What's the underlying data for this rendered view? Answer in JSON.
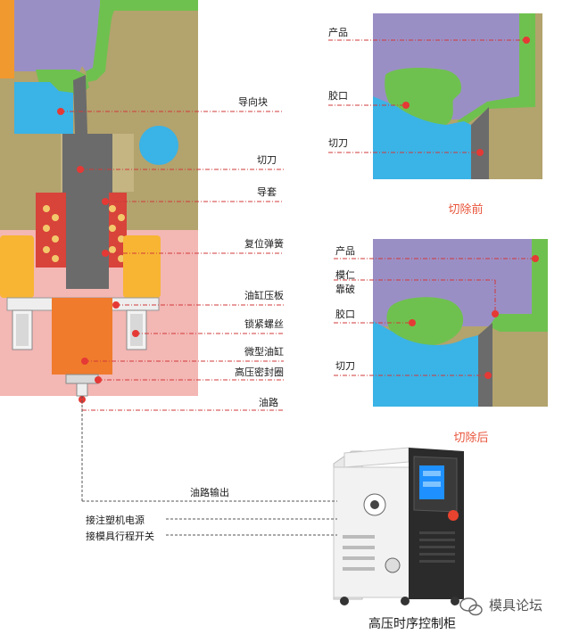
{
  "main_labels": {
    "guide_block": "导向块",
    "cutter": "切刀",
    "guide_sleeve": "导套",
    "return_spring": "复位弹簧",
    "cylinder_plate": "油缸压板",
    "lock_screw": "锁紧螺丝",
    "micro_cylinder": "微型油缸",
    "hp_seal": "高压密封圈",
    "oil_path": "油路"
  },
  "before": {
    "product": "产品",
    "gate": "胶口",
    "cutter": "切刀",
    "caption": "切除前"
  },
  "after": {
    "product": "产品",
    "parting_line": "模仁\n靠破",
    "parting_line_1": "模仁",
    "parting_line_2": "靠破",
    "gate": "胶口",
    "cutter": "切刀",
    "caption": "切除后"
  },
  "controller": {
    "oil_output": "油路输出",
    "power": "接注塑机电源",
    "stroke_switch": "接模具行程开关",
    "title": "高压时序控制柜"
  },
  "watermark": {
    "icon": "wechat-icon",
    "text": "模具论坛"
  },
  "colors": {
    "mold_olive": "#b3a36d",
    "product_purple": "#9a8fc5",
    "gate_green": "#6fc14f",
    "guide_blue": "#3ab3e6",
    "cutter_gray": "#6b6b6b",
    "cylinder_orange": "#f07b2c",
    "plate_yellow": "#f7b533",
    "base_pink": "#f3b7b4",
    "spring_red": "#d8433a",
    "leader_red": "#d03a3a"
  }
}
